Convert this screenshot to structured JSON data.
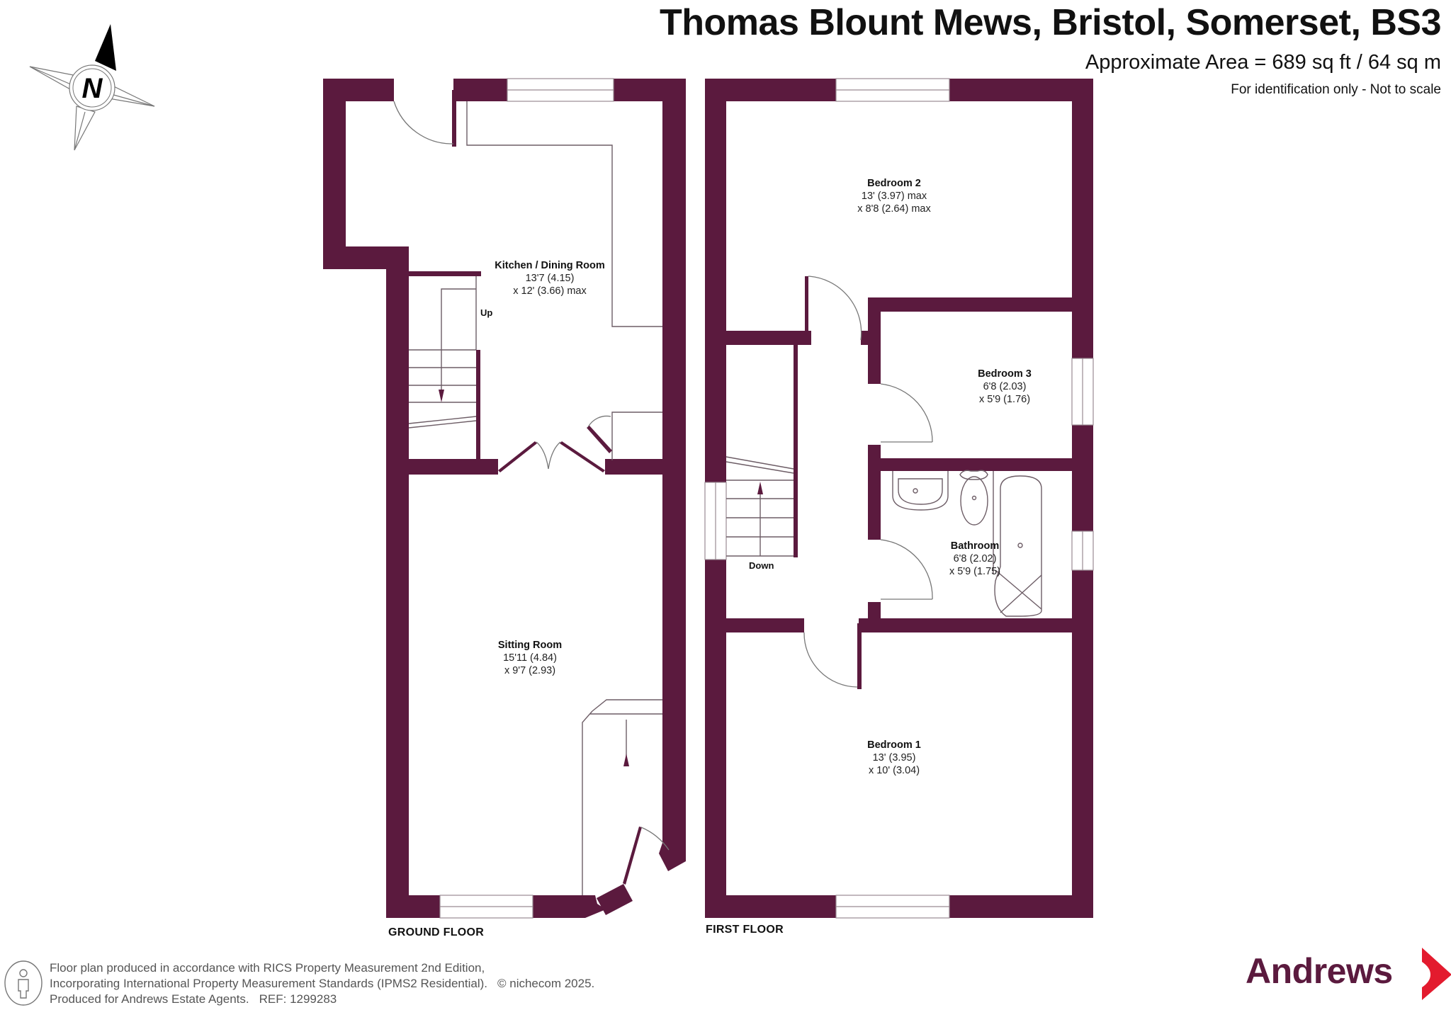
{
  "header": {
    "title": "Thomas Blount Mews, Bristol, Somerset, BS3",
    "area": "Approximate Area = 689 sq ft / 64 sq m",
    "disclaimer": "For identification only - Not to scale"
  },
  "compass": {
    "icon": "north-arrow-icon",
    "label": "N"
  },
  "colors": {
    "wall": "#5b1a3e",
    "fixture_line": "#6d5d66",
    "brand_text": "#5b1a3e",
    "brand_chevron": "#e31b2e"
  },
  "floors": [
    {
      "label": "GROUND FLOOR",
      "rooms": [
        {
          "name": "Kitchen / Dining Room",
          "dim1": "13'7 (4.15)",
          "dim2": "x 12' (3.66) max"
        },
        {
          "name": "Sitting Room",
          "dim1": "15'11 (4.84)",
          "dim2": "x 9'7 (2.93)"
        }
      ],
      "stairs_label": "Up"
    },
    {
      "label": "FIRST FLOOR",
      "rooms": [
        {
          "name": "Bedroom 2",
          "dim1": "13' (3.97) max",
          "dim2": "x 8'8 (2.64) max"
        },
        {
          "name": "Bedroom 3",
          "dim1": "6'8 (2.03)",
          "dim2": "x 5'9 (1.76)"
        },
        {
          "name": "Bathroom",
          "dim1": "6'8 (2.02)",
          "dim2": "x 5'9 (1.75)"
        },
        {
          "name": "Bedroom 1",
          "dim1": "13' (3.95)",
          "dim2": "x 10' (3.04)"
        }
      ],
      "stairs_label": "Down"
    }
  ],
  "footer": {
    "line1": "Floor plan produced in accordance with RICS Property Measurement 2nd Edition,",
    "line2": "Incorporating International Property Measurement Standards (IPMS2 Residential).",
    "copyright": "© nichecom 2025.",
    "line3": "Produced for Andrews Estate Agents.",
    "ref": "REF: 1299283"
  },
  "brand": {
    "name": "Andrews",
    "icon": "chevron-right-icon"
  }
}
